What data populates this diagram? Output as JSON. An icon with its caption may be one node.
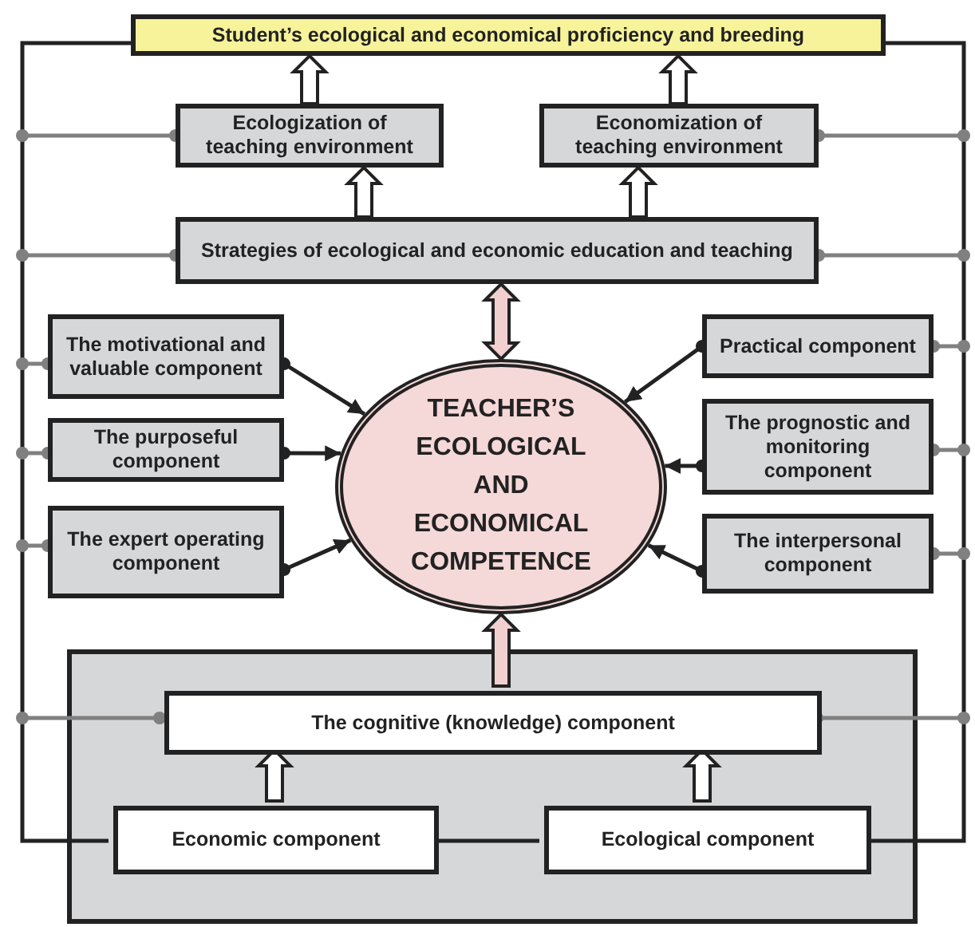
{
  "diagram": {
    "nodes": [
      {
        "text": [
          "Student’s ecological and economical proficiency and breeding"
        ]
      },
      {
        "text": [
          "Ecologization of teaching environment"
        ]
      },
      {
        "text": [
          "Economization of teaching environment"
        ]
      },
      {
        "text": [
          "Strategies of ecological and economic education and teaching"
        ]
      },
      {
        "text": [
          "The motivational and valuable component"
        ]
      },
      {
        "text": [
          "The purposeful component"
        ]
      },
      {
        "text": [
          "The expert operating component"
        ]
      },
      {
        "text": [
          "Practical component"
        ]
      },
      {
        "text": [
          "The prognostic and monitoring component"
        ]
      },
      {
        "text": [
          "The interpersonal component"
        ]
      },
      {
        "text": [
          "TEACHER’S ECOLOGICAL AND ECONOMICAL COMPETENCE"
        ]
      },
      {
        "text": [],
        "shape": "box"
      },
      {
        "text": [
          "The cognitive (knowledge) component"
        ],
        "in": 11
      },
      {
        "text": [
          "Economic component"
        ],
        "in": 11
      },
      {
        "text": [
          "Ecological component"
        ],
        "in": 11
      }
    ],
    "edges": [
      {
        "from": 1,
        "to": 0,
        "arrow": "to",
        "style": "thick"
      },
      {
        "from": 2,
        "to": 0,
        "arrow": "to",
        "style": "thick"
      },
      {
        "from": 3,
        "to": 1,
        "arrow": "to",
        "style": "thick"
      },
      {
        "from": 3,
        "to": 2,
        "arrow": "to",
        "style": "thick"
      },
      {
        "from": 10,
        "to": 3,
        "arrow": "both",
        "style": "thick",
        "color": "#f2d0d0"
      },
      {
        "from": 4,
        "to": 10,
        "arrow": "to",
        "color": "#222222"
      },
      {
        "from": 5,
        "to": 10,
        "arrow": "to",
        "color": "#222222"
      },
      {
        "from": 6,
        "to": 10,
        "arrow": "to",
        "color": "#222222"
      },
      {
        "from": 7,
        "to": 10,
        "arrow": "to",
        "color": "#222222"
      },
      {
        "from": 8,
        "to": 10,
        "arrow": "to",
        "color": "#222222"
      },
      {
        "from": 9,
        "to": 10,
        "arrow": "to",
        "color": "#222222"
      },
      {
        "from": 12,
        "to": 10,
        "arrow": "to",
        "style": "thick",
        "color": "#f2d0d0"
      },
      {
        "from": 13,
        "to": 12,
        "arrow": "to",
        "style": "thick"
      },
      {
        "from": 14,
        "to": 12,
        "arrow": "to",
        "style": "thick"
      },
      {
        "from": 13,
        "to": 14,
        "arrow": "none",
        "color": "#222222"
      },
      {
        "from": 0,
        "to": 13,
        "arrow": "none",
        "color": "#222222"
      },
      {
        "from": 0,
        "to": 14,
        "arrow": "none",
        "color": "#222222"
      },
      {
        "from": 1,
        "to": null,
        "arrow": "other",
        "color": "#808080"
      },
      {
        "from": 3,
        "to": null,
        "arrow": "other",
        "color": "#808080"
      },
      {
        "from": 4,
        "to": null,
        "arrow": "other",
        "color": "#808080"
      },
      {
        "from": 5,
        "to": null,
        "arrow": "other",
        "color": "#808080"
      },
      {
        "from": 6,
        "to": null,
        "arrow": "other",
        "color": "#808080"
      },
      {
        "from": 12,
        "to": null,
        "arrow": "other",
        "color": "#808080"
      },
      {
        "from": 2,
        "to": null,
        "arrow": "other",
        "color": "#808080"
      },
      {
        "from": 3,
        "to": null,
        "arrow": "other",
        "color": "#808080"
      },
      {
        "from": 7,
        "to": null,
        "arrow": "other",
        "color": "#808080"
      },
      {
        "from": 8,
        "to": null,
        "arrow": "other",
        "color": "#808080"
      },
      {
        "from": 9,
        "to": null,
        "arrow": "other",
        "color": "#808080"
      },
      {
        "from": 12,
        "to": null,
        "arrow": "other",
        "color": "#808080"
      }
    ]
  }
}
